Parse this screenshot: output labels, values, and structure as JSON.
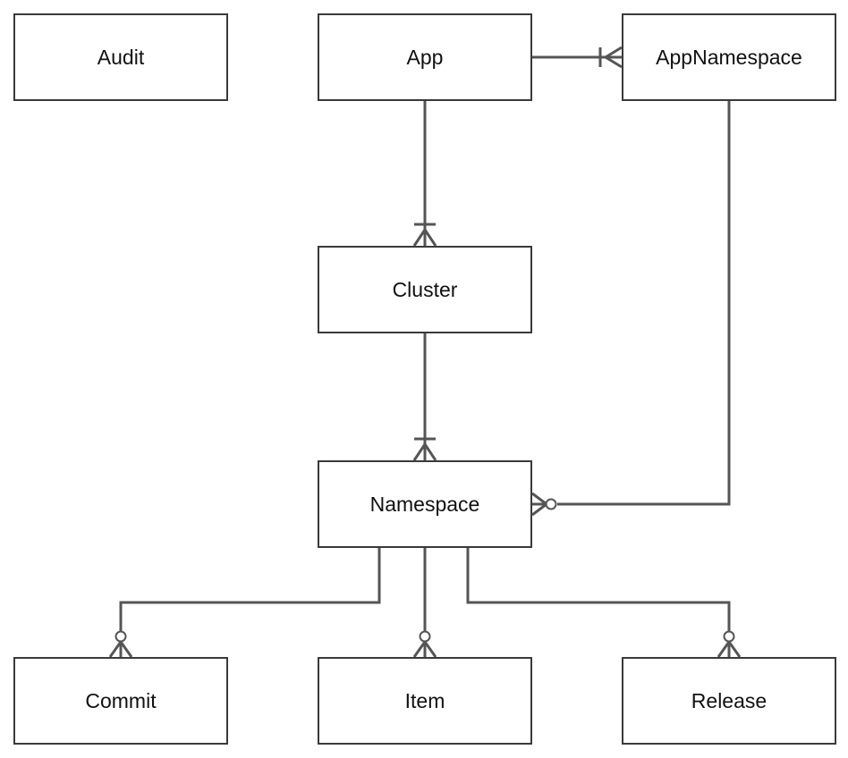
{
  "diagram": {
    "entities": {
      "audit": "Audit",
      "app": "App",
      "app_namespace": "AppNamespace",
      "cluster": "Cluster",
      "namespace": "Namespace",
      "commit": "Commit",
      "item": "Item",
      "release": "Release"
    },
    "relationships": [
      {
        "from": "App",
        "to": "AppNamespace",
        "from_end": "none",
        "to_end": "one-or-many"
      },
      {
        "from": "App",
        "to": "Cluster",
        "from_end": "none",
        "to_end": "one-or-many"
      },
      {
        "from": "Cluster",
        "to": "Namespace",
        "from_end": "none",
        "to_end": "one-or-many"
      },
      {
        "from": "AppNamespace",
        "to": "Namespace",
        "from_end": "none",
        "to_end": "zero-or-many"
      },
      {
        "from": "Namespace",
        "to": "Commit",
        "from_end": "none",
        "to_end": "zero-or-many"
      },
      {
        "from": "Namespace",
        "to": "Item",
        "from_end": "none",
        "to_end": "zero-or-many"
      },
      {
        "from": "Namespace",
        "to": "Release",
        "from_end": "none",
        "to_end": "zero-or-many"
      }
    ],
    "colors": {
      "line": "#555555",
      "border": "#3a3a3a",
      "background": "#ffffff",
      "text": "#111111"
    }
  }
}
